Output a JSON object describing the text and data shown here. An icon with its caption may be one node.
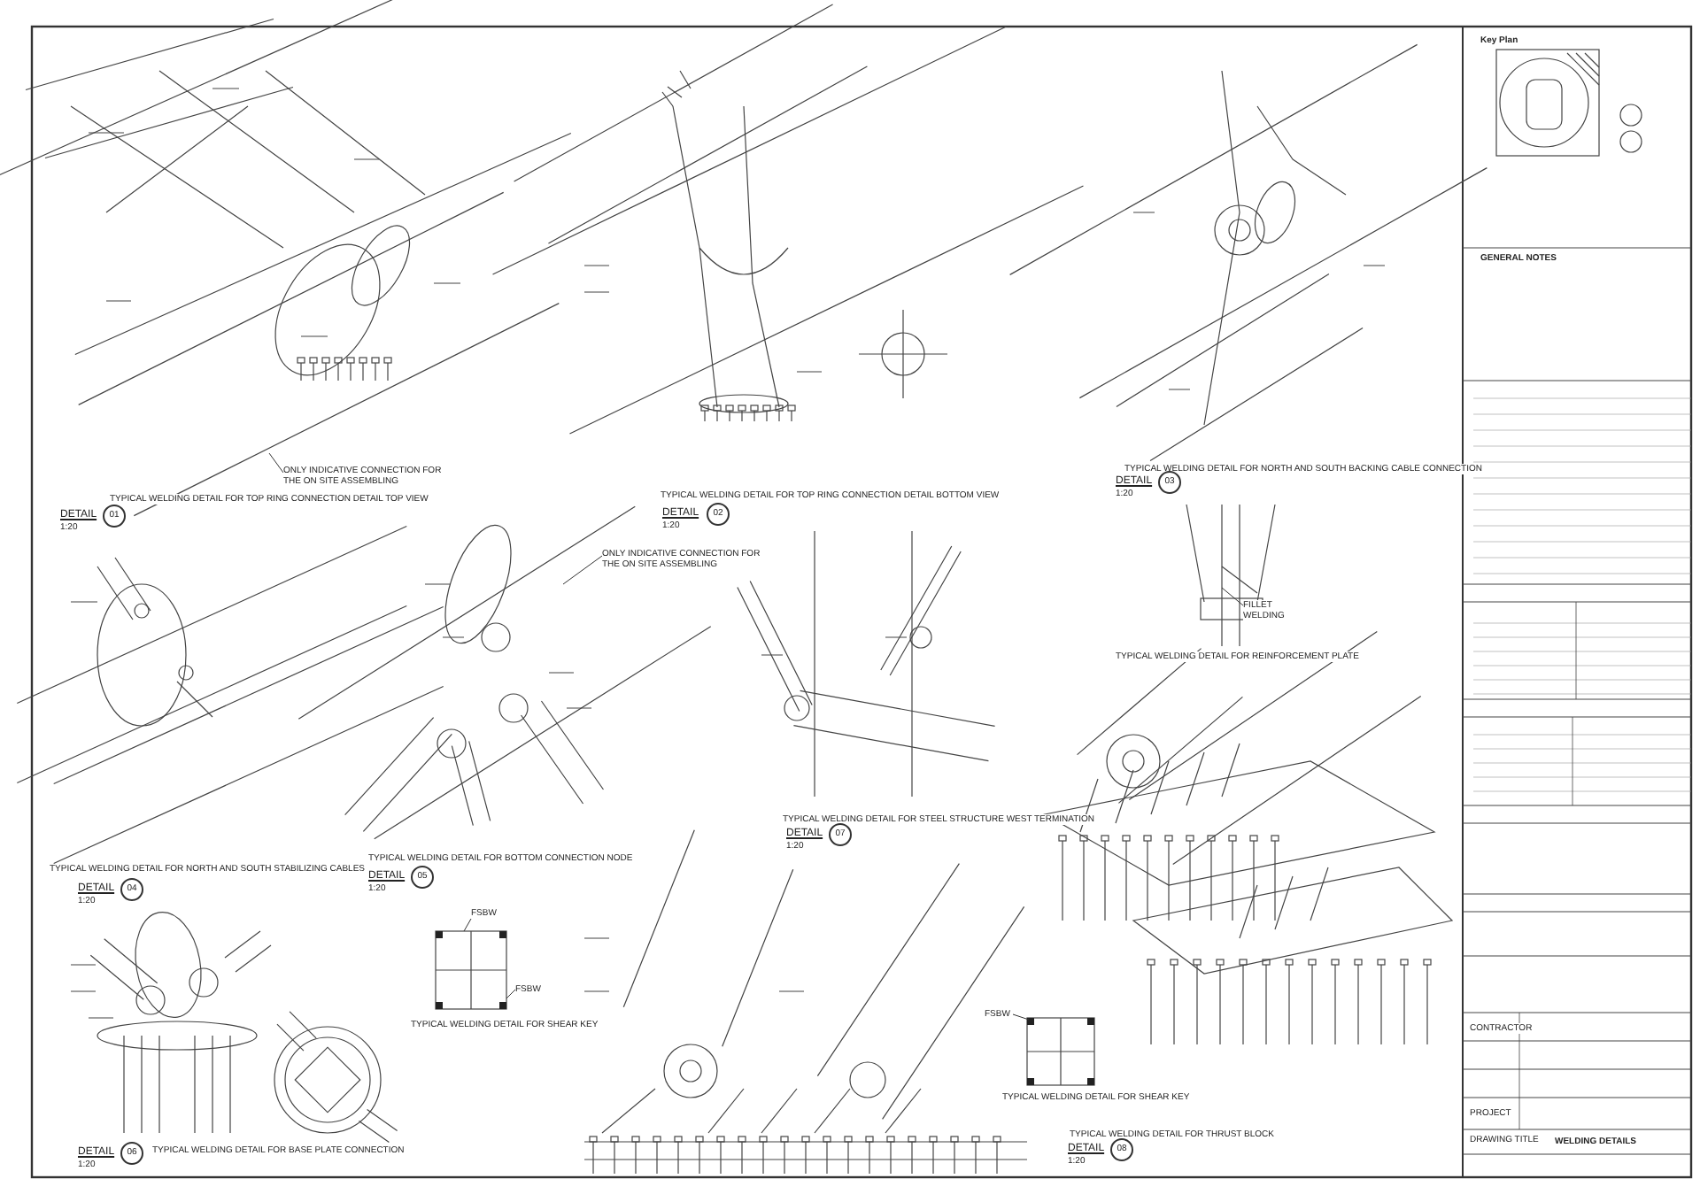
{
  "diagram": {
    "nodes": [
      {
        "text": [
          "ONLY INDICATIVE CONNECTION FOR THE ON SITE ASSEMBLING"
        ]
      },
      {
        "text": [
          "ONLY INDICATIVE CONNECTION FOR THE ON SITE ASSEMBLING"
        ]
      },
      {
        "text": [
          "FILLET WELDING"
        ]
      },
      {
        "text": [
          "FSBW"
        ]
      },
      {
        "text": [
          "FSBW"
        ]
      },
      {
        "text": [
          "FSBW"
        ]
      },
      {
        "text": [],
        "shape": "box",
        "beside": [
          "TYPICAL WELDING DETAIL FOR SHEAR KEY"
        ]
      },
      {
        "text": [],
        "shape": "box",
        "beside": [
          "TYPICAL WELDING DETAIL FOR SHEAR KEY"
        ]
      }
    ],
    "edges": [
      {
        "from": 0,
        "to": null,
        "arrow": "none"
      },
      {
        "from": 1,
        "to": null,
        "arrow": "none"
      },
      {
        "from": 2,
        "to": null,
        "arrow": "none"
      },
      {
        "from": 3,
        "to": 6,
        "arrow": "none"
      },
      {
        "from": 4,
        "to": 6,
        "arrow": "none"
      },
      {
        "from": 5,
        "to": 7,
        "arrow": "none"
      }
    ],
    "labels": [
      "TYPICAL WELDING DETAIL FOR TOP RING CONNECTION DETAIL TOP VIEW",
      "DETAIL",
      "01",
      "1:20",
      "TYPICAL WELDING DETAIL FOR TOP RING CONNECTION DETAIL BOTTOM VIEW",
      "DETAIL",
      "02",
      "1:20",
      "TYPICAL WELDING DETAIL FOR NORTH AND SOUTH BACKING CABLE CONNECTION",
      "DETAIL",
      "03",
      "1:20",
      "TYPICAL WELDING DETAIL FOR REINFORCEMENT PLATE",
      "TYPICAL WELDING DETAIL FOR BOTTOM CONNECTION NODE",
      "DETAIL",
      "05",
      "1:20",
      "TYPICAL WELDING DETAIL FOR STEEL STRUCTURE WEST TERMINATION",
      "DETAIL",
      "07",
      "1:20",
      "TYPICAL WELDING DETAIL FOR NORTH AND SOUTH STABILIZING CABLES",
      "DETAIL",
      "04",
      "1:20",
      "DETAIL",
      "06",
      "TYPICAL WELDING DETAIL FOR BASE PLATE CONNECTION",
      "1:20",
      "TYPICAL WELDING DETAIL FOR THRUST BLOCK",
      "DETAIL",
      "08",
      "1:20",
      "Key Plan",
      "GENERAL NOTES",
      "CONTRACTOR",
      "PROJECT",
      "DRAWING TITLE",
      "WELDING DETAILS"
    ]
  }
}
